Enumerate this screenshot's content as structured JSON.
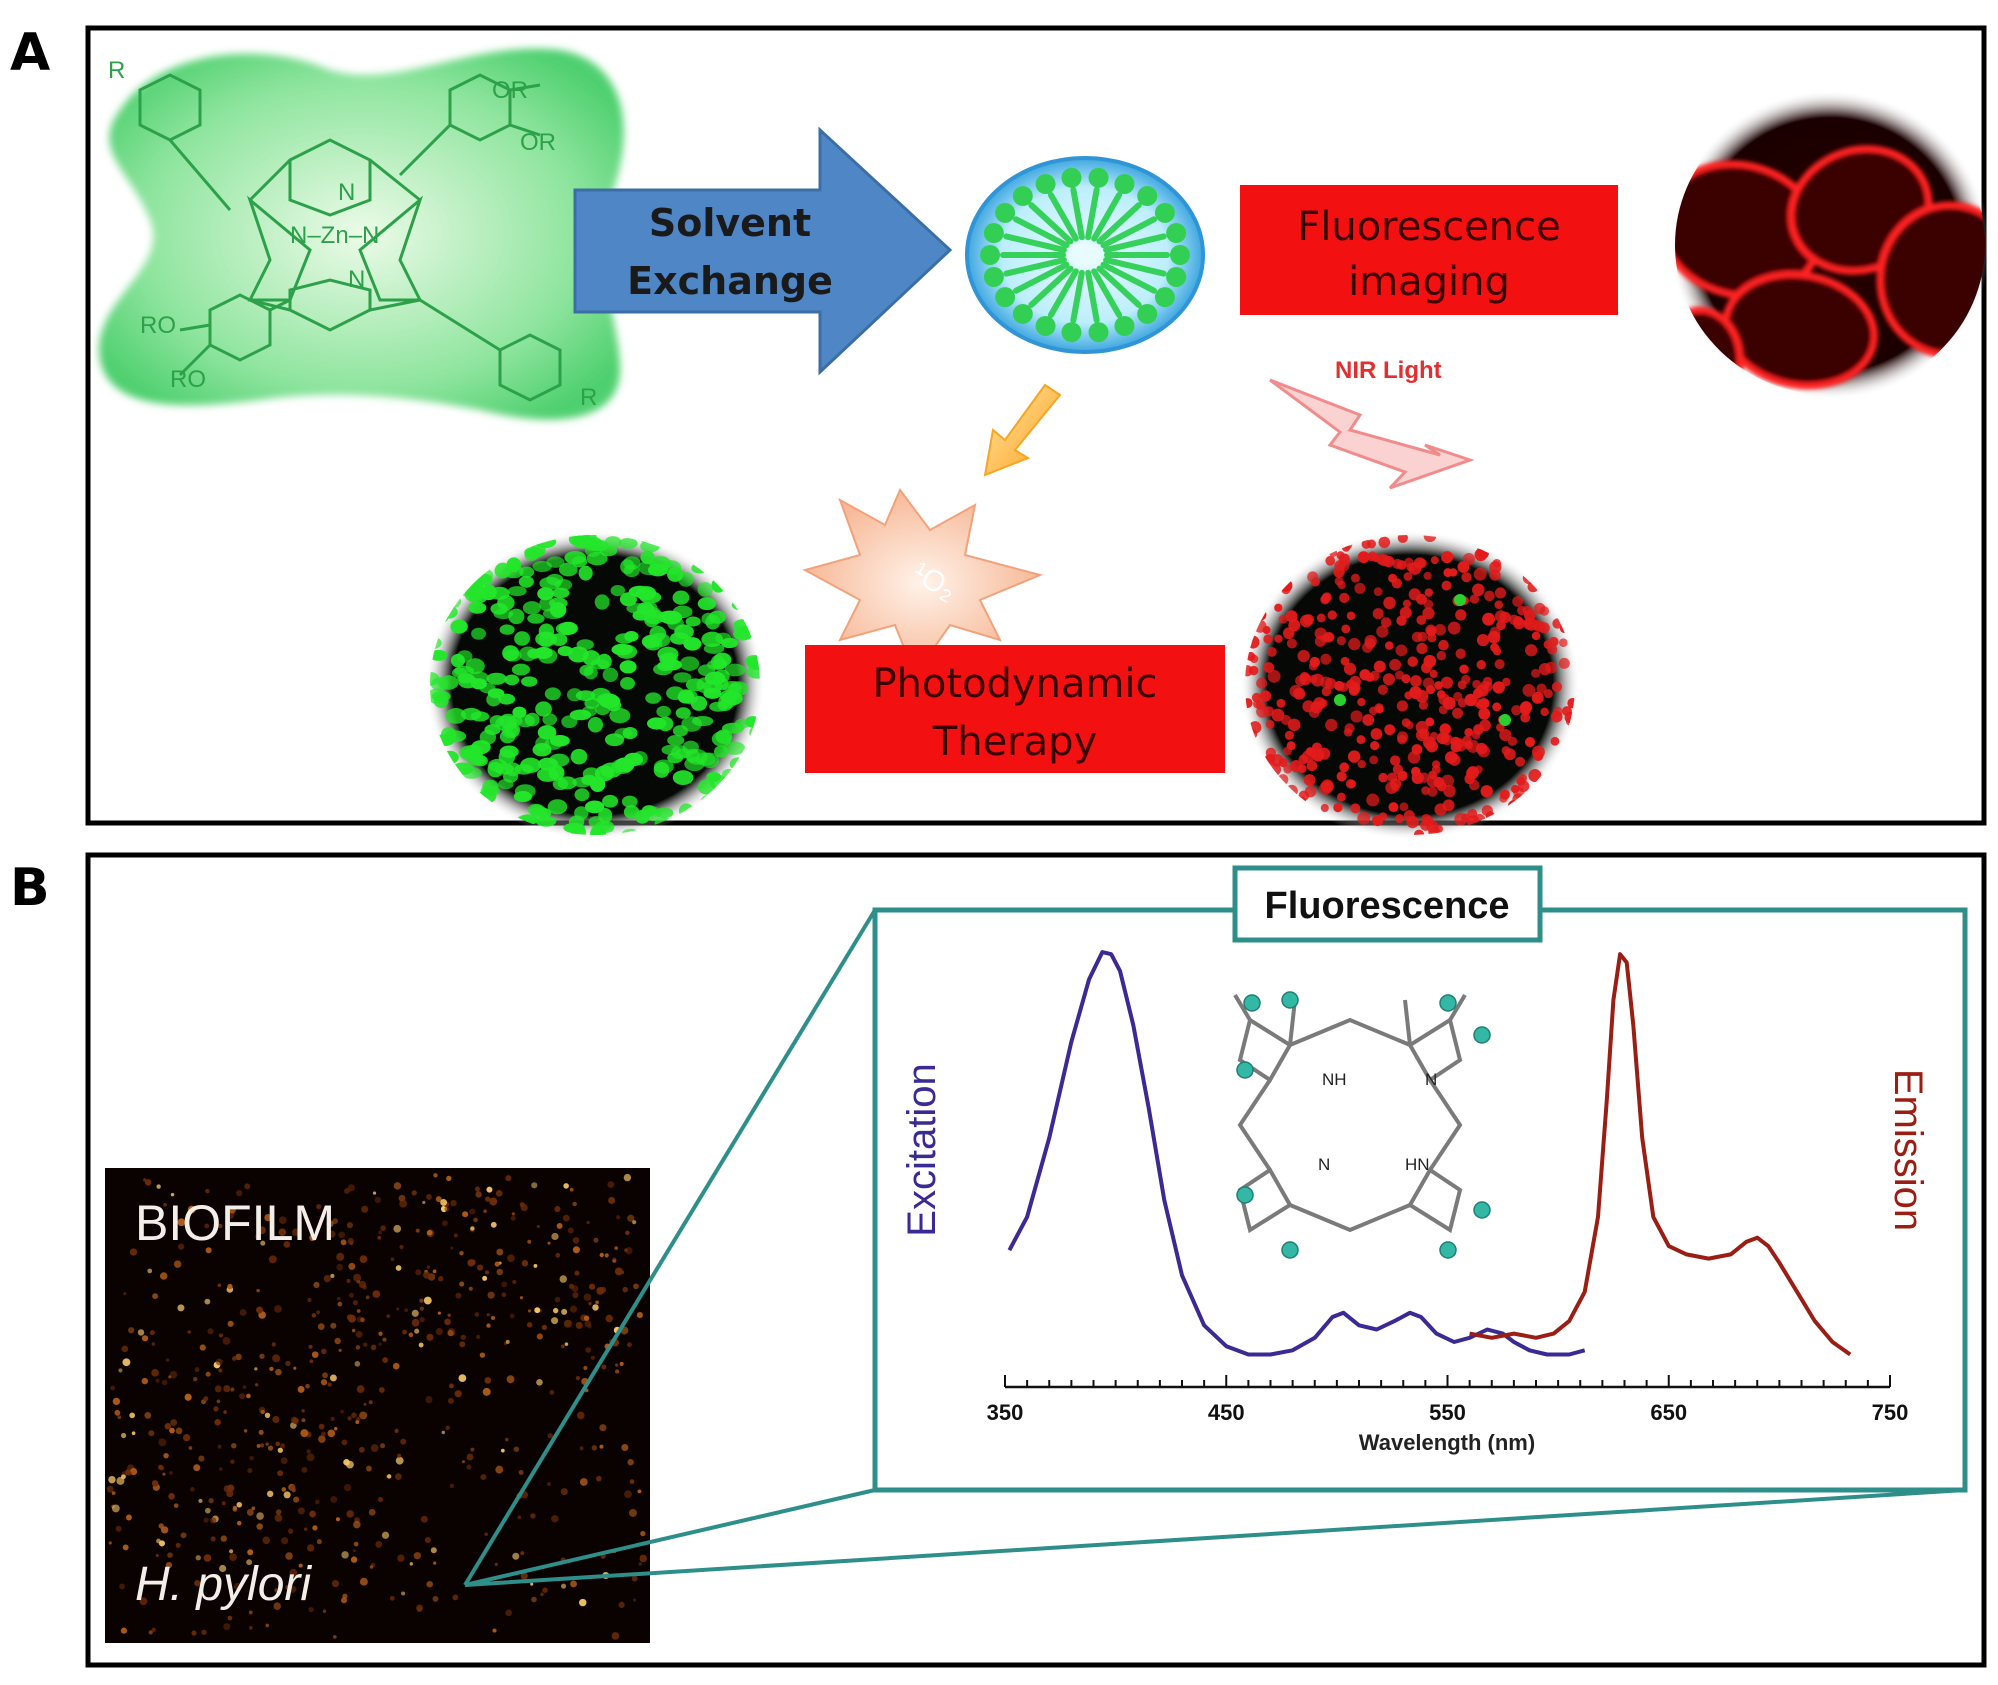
{
  "panels": {
    "a": {
      "label": "A",
      "molecule_labels": [
        "R",
        "OR",
        "OR",
        "N",
        "N–Zn–N",
        "N",
        "RO",
        "RO",
        "R"
      ],
      "arrow_text": [
        "Solvent",
        "Exchange"
      ],
      "fluorescence_box": [
        "Fluorescence",
        "imaging"
      ],
      "nir_label": "NIR Light",
      "singlet_oxygen": "¹O₂",
      "pdt_box": [
        "Photodynamic",
        "Therapy"
      ],
      "colors": {
        "green": "#3fd16a",
        "red_box": "#f21010",
        "arrow_blue": "#4f86c6",
        "nucleus_red": "#e01818",
        "cells_green": "#23e62a"
      }
    },
    "b": {
      "label": "B",
      "biofilm_text": "BIOFILM",
      "organism_text": "H. pylori",
      "fluorescence_title": "Fluorescence",
      "porphyrin_atoms": [
        "NH",
        "N",
        "N",
        "HN"
      ],
      "colors": {
        "frame_teal": "#2e8f8a",
        "excitation": "#3a2a94",
        "emission": "#9a1e14",
        "atom_teal": "#34b8a6"
      }
    }
  },
  "chart_data": {
    "type": "line",
    "title": "Fluorescence",
    "xlabel": "Wavelength (nm)",
    "ylabel": "",
    "xlim": [
      350,
      750
    ],
    "ylim": [
      0,
      1
    ],
    "x_ticks": [
      350,
      450,
      550,
      650,
      750
    ],
    "x_tick_labels": [
      "350",
      "450",
      "550",
      "650",
      "750"
    ],
    "grid": false,
    "series": [
      {
        "name": "Excitation",
        "color": "#3a2a94",
        "x": [
          352,
          360,
          370,
          380,
          388,
          394,
          398,
          402,
          408,
          415,
          422,
          430,
          440,
          450,
          460,
          470,
          480,
          490,
          498,
          503,
          510,
          518,
          526,
          533,
          538,
          545,
          553,
          560,
          568,
          575,
          580,
          587,
          595,
          605,
          612
        ],
        "y": [
          0.28,
          0.36,
          0.55,
          0.78,
          0.93,
          0.995,
          0.99,
          0.95,
          0.82,
          0.62,
          0.4,
          0.22,
          0.1,
          0.05,
          0.03,
          0.03,
          0.04,
          0.07,
          0.12,
          0.13,
          0.1,
          0.09,
          0.11,
          0.13,
          0.12,
          0.08,
          0.06,
          0.07,
          0.09,
          0.08,
          0.06,
          0.04,
          0.03,
          0.03,
          0.04
        ]
      },
      {
        "name": "Emission",
        "color": "#9a1e14",
        "x": [
          560,
          570,
          580,
          590,
          598,
          605,
          612,
          618,
          622,
          625,
          628,
          631,
          634,
          638,
          643,
          650,
          658,
          668,
          678,
          685,
          690,
          695,
          700,
          708,
          716,
          724,
          732
        ],
        "y": [
          0.08,
          0.07,
          0.08,
          0.07,
          0.08,
          0.11,
          0.18,
          0.36,
          0.64,
          0.88,
          0.99,
          0.97,
          0.82,
          0.55,
          0.36,
          0.29,
          0.27,
          0.26,
          0.27,
          0.3,
          0.31,
          0.29,
          0.25,
          0.18,
          0.11,
          0.06,
          0.03
        ]
      }
    ],
    "series_labels": [
      "Excitation",
      "Emission"
    ]
  }
}
